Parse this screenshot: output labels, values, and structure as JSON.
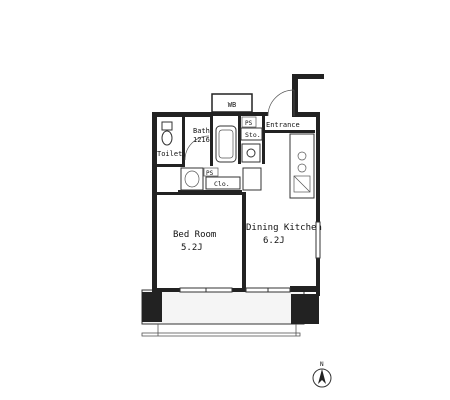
{
  "rooms": {
    "bed_room": {
      "name": "Bed Room",
      "area": "5.2J"
    },
    "dining_kitchen": {
      "name": "Dining Kitchen",
      "area": "6.2J"
    },
    "bath": {
      "name": "Bath",
      "size": "1216"
    },
    "toilet": {
      "name": "Toilet"
    },
    "entrance": {
      "name": "Entrance"
    }
  },
  "fixtures": {
    "washer": "WB",
    "storage": "Sto.",
    "closet": "Clo.",
    "ps_top": "PS",
    "ps_mid": "PS"
  },
  "compass": {
    "label": "N"
  }
}
